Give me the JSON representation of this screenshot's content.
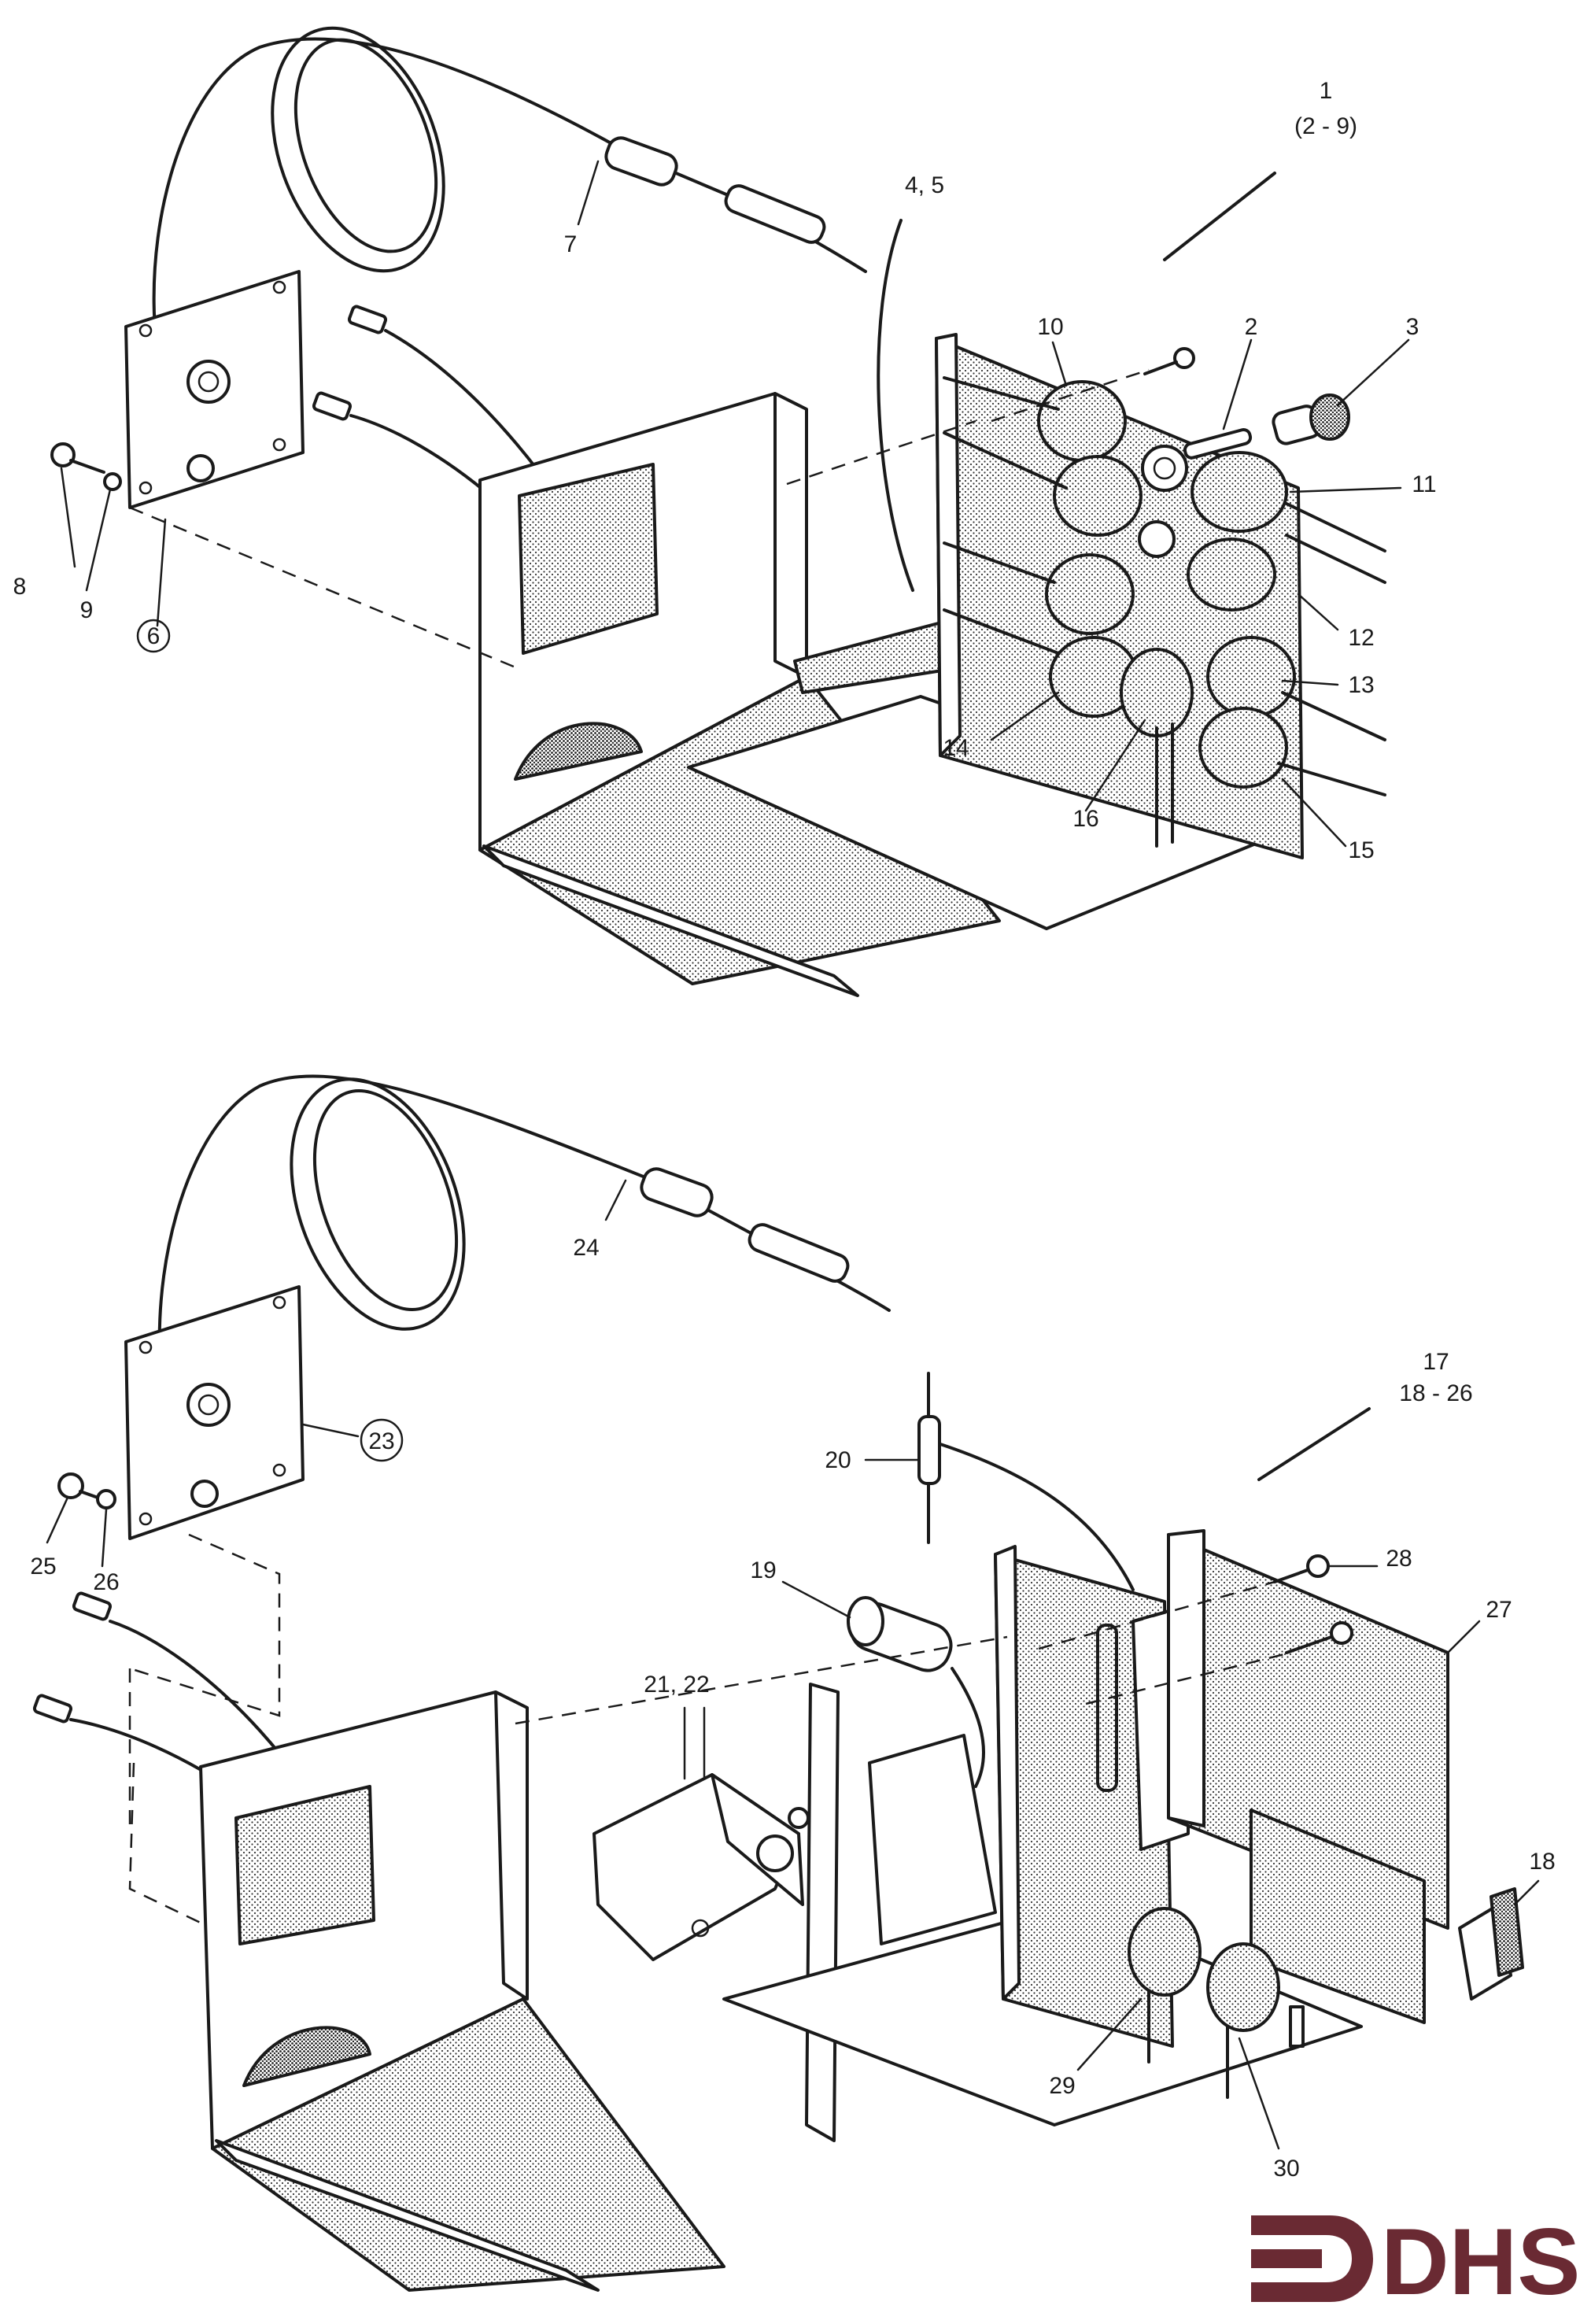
{
  "assembly_top": {
    "title_number": "1",
    "title_range": "(2 - 9)",
    "callouts": {
      "c45": "4, 5",
      "c2": "2",
      "c3": "3",
      "c6": "6",
      "c7": "7",
      "c8": "8",
      "c9": "9",
      "c10": "10",
      "c11": "11",
      "c12": "12",
      "c13": "13",
      "c14": "14",
      "c15": "15",
      "c16": "16"
    }
  },
  "assembly_bottom": {
    "title_number": "17",
    "title_range": "18 - 26",
    "callouts": {
      "c18": "18",
      "c19": "19",
      "c20": "20",
      "c2122": "21, 22",
      "c23": "23",
      "c24": "24",
      "c25": "25",
      "c26": "26",
      "c27": "27",
      "c28": "28",
      "c29": "29",
      "c30": "30"
    }
  },
  "logo": {
    "text": "DHS",
    "color": "#6a2a33",
    "icon": "arrow-bracket-icon"
  },
  "colors": {
    "ink": "#1a1a1a",
    "background": "#ffffff"
  }
}
